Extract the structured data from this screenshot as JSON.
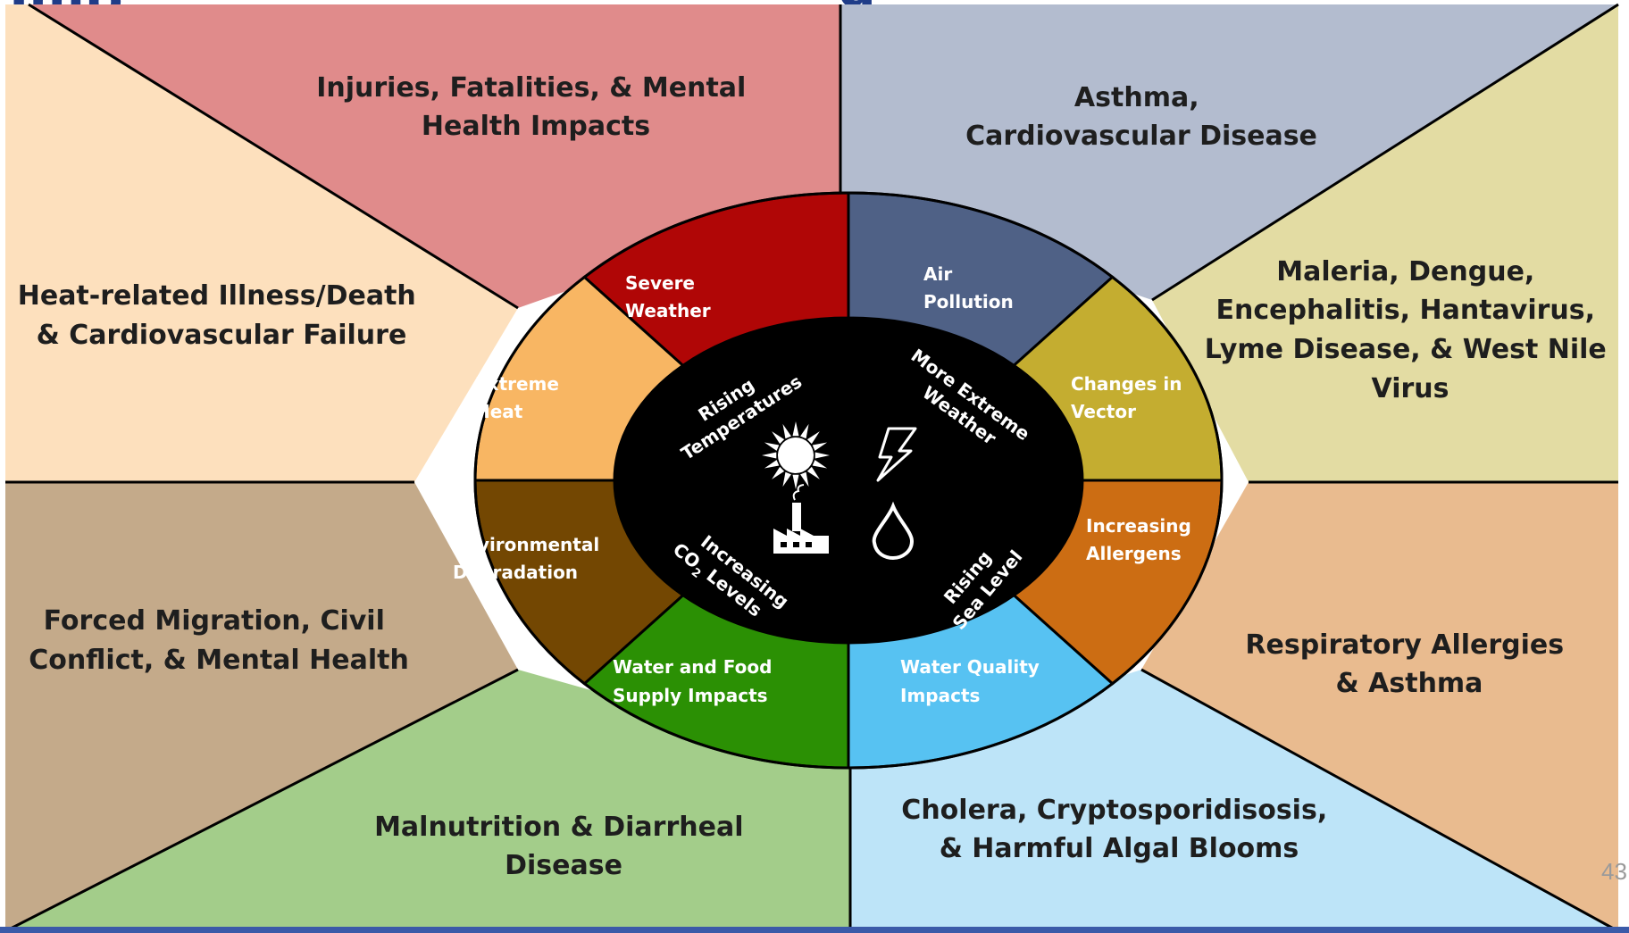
{
  "title_fragment_left": "Imp",
  "title_fragment_right": "g",
  "page_number": "43",
  "colors": {
    "title_blue": "#1f3c88",
    "outer": {
      "injuries": "#e08b8b",
      "asthma": "#b3bccf",
      "vector": "#e3dca3",
      "allergies": "#e9bb8f",
      "cholera": "#bde4f8",
      "malnutrition": "#a3cd8a",
      "migration": "#c4aa8a",
      "heat": "#fde0bd"
    },
    "middle": {
      "severe_weather": "#b00606",
      "air_pollution": "#4f6186",
      "changes_in_vector": "#c4ad30",
      "increasing_allergens": "#cc6d13",
      "water_quality": "#57c2f2",
      "water_food": "#2b9004",
      "environmental_degradation": "#734702",
      "extreme_heat": "#f8b663"
    },
    "core": "#000000"
  },
  "outer_sections": [
    {
      "id": "injuries",
      "lines": [
        "Injuries, Fatalities, & Mental",
        "Health Impacts"
      ]
    },
    {
      "id": "asthma",
      "lines": [
        "Asthma,",
        "Cardiovascular Disease"
      ]
    },
    {
      "id": "vector",
      "lines": [
        "Maleria, Dengue,",
        "Encephalitis, Hantavirus,",
        "Lyme Disease, & West Nile",
        "Virus"
      ]
    },
    {
      "id": "allergies",
      "lines": [
        "Respiratory Allergies",
        "& Asthma"
      ]
    },
    {
      "id": "cholera",
      "lines": [
        "Cholera, Cryptosporidisosis,",
        "& Harmful Algal Blooms"
      ]
    },
    {
      "id": "malnutrition",
      "lines": [
        "Malnutrition & Diarrheal",
        "Disease"
      ]
    },
    {
      "id": "migration",
      "lines": [
        "Forced Migration, Civil",
        "Conflict, & Mental Health"
      ]
    },
    {
      "id": "heat",
      "lines": [
        "Heat-related Illness/Death",
        "& Cardiovascular Failure"
      ]
    }
  ],
  "middle_sections": [
    {
      "id": "severe_weather",
      "lines": [
        "Severe",
        "Weather"
      ]
    },
    {
      "id": "air_pollution",
      "lines": [
        "Air",
        "Pollution"
      ]
    },
    {
      "id": "changes_in_vector",
      "lines": [
        "Changes in",
        "Vector"
      ]
    },
    {
      "id": "increasing_allergens",
      "lines": [
        "Increasing",
        "Allergens"
      ]
    },
    {
      "id": "water_quality",
      "lines": [
        "Water Quality",
        "Impacts"
      ]
    },
    {
      "id": "water_food",
      "lines": [
        "Water and Food",
        "Supply Impacts"
      ]
    },
    {
      "id": "environmental_degradation",
      "lines": [
        "Environmental",
        "Degradation"
      ]
    },
    {
      "id": "extreme_heat",
      "lines": [
        "Extreme",
        "Heat"
      ]
    }
  ],
  "core_labels": {
    "rising_temperatures": [
      "Rising",
      "Temperatures"
    ],
    "more_extreme_weather": [
      "More Extreme",
      "Weather"
    ],
    "increasing_co2": [
      "Increasing",
      "CO",
      "2",
      " Levels"
    ],
    "rising_sea_level": [
      "Rising",
      "Sea Level"
    ]
  },
  "core_icons": [
    "sun-icon",
    "lightning-icon",
    "factory-icon",
    "water-drop-icon"
  ]
}
